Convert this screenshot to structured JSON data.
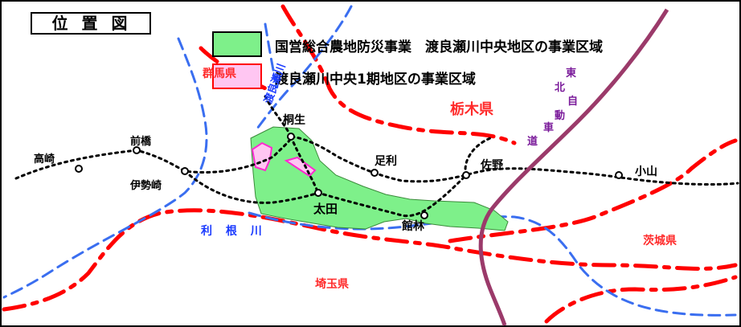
{
  "title": "位置図",
  "legend": {
    "overall_area": "国営総合農地防災事業　渡良瀬川中央地区の事業区域",
    "phase1_area": "渡良瀬川中央1期地区の事業区域",
    "overall_color": "#7ef08a",
    "phase1_color": "#ffc6f2"
  },
  "colors": {
    "prefecture_border": "#ff0000",
    "river": "#3a6ef0",
    "expressway": "#9b3a6a",
    "railway": "#000000",
    "river_label": "#1a3aff",
    "prefecture_label": "#ff2a2a",
    "expressway_label": "#7a1a9a"
  },
  "prefectures": {
    "tochigi": "栃木県",
    "ibaraki": "茨城県",
    "saitama": "埼玉県",
    "gunma": "群馬県"
  },
  "rivers": {
    "watarase": "渡良瀬川",
    "tone": "利 根 川"
  },
  "expressway": {
    "chars": [
      "東",
      "北",
      "自",
      "動",
      "車",
      "道"
    ]
  },
  "cities": {
    "takasaki": "高崎",
    "maebashi": "前橋",
    "isesaki": "伊勢崎",
    "kiryu": "桐生",
    "ashikaga": "足利",
    "sano": "佐野",
    "oyama": "小山",
    "ota": "太田",
    "tatebayashi": "館林"
  }
}
